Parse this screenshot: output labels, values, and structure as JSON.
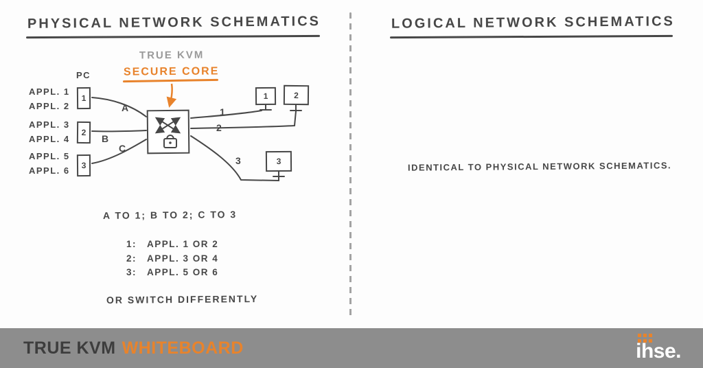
{
  "colors": {
    "ink": "#474747",
    "accent": "#e8832c",
    "footer_bg": "#8d8d8d",
    "muted_gray": "#9a9a9a"
  },
  "left_panel": {
    "title": "PHYSICAL NETWORK SCHEMATICS",
    "kvm_label": "TRUE KVM",
    "secure_core_label": "SECURE CORE",
    "pc_label": "PC",
    "pc_boxes": [
      "1",
      "2",
      "3"
    ],
    "appl_labels": [
      "APPL. 1",
      "APPL. 2",
      "APPL. 3",
      "APPL. 4",
      "APPL. 5",
      "APPL. 6"
    ],
    "input_link_labels": [
      "A",
      "B",
      "C"
    ],
    "output_link_labels": [
      "1",
      "2",
      "3"
    ],
    "monitor_labels": [
      "1",
      "2",
      "3"
    ],
    "mapping_line": "A TO 1; B TO 2; C TO 3",
    "mapping_list": [
      {
        "key": "1:",
        "value": "APPL. 1 OR 2"
      },
      {
        "key": "2:",
        "value": "APPL. 3 OR 4"
      },
      {
        "key": "3:",
        "value": "APPL. 5 OR 6"
      }
    ],
    "footnote": "OR SWITCH DIFFERENTLY"
  },
  "right_panel": {
    "title": "LOGICAL NETWORK SCHEMATICS",
    "note": "IDENTICAL TO PHYSICAL NETWORK SCHEMATICS."
  },
  "footer": {
    "brand": "TRUE KVM",
    "brand_accent": "WHITEBOARD",
    "logo_text": "ihse."
  },
  "icons": {
    "switch_icon": "crossed-arrows-icon",
    "lock_icon": "lock-icon",
    "pointer_arrow": "down-arrow-icon"
  }
}
